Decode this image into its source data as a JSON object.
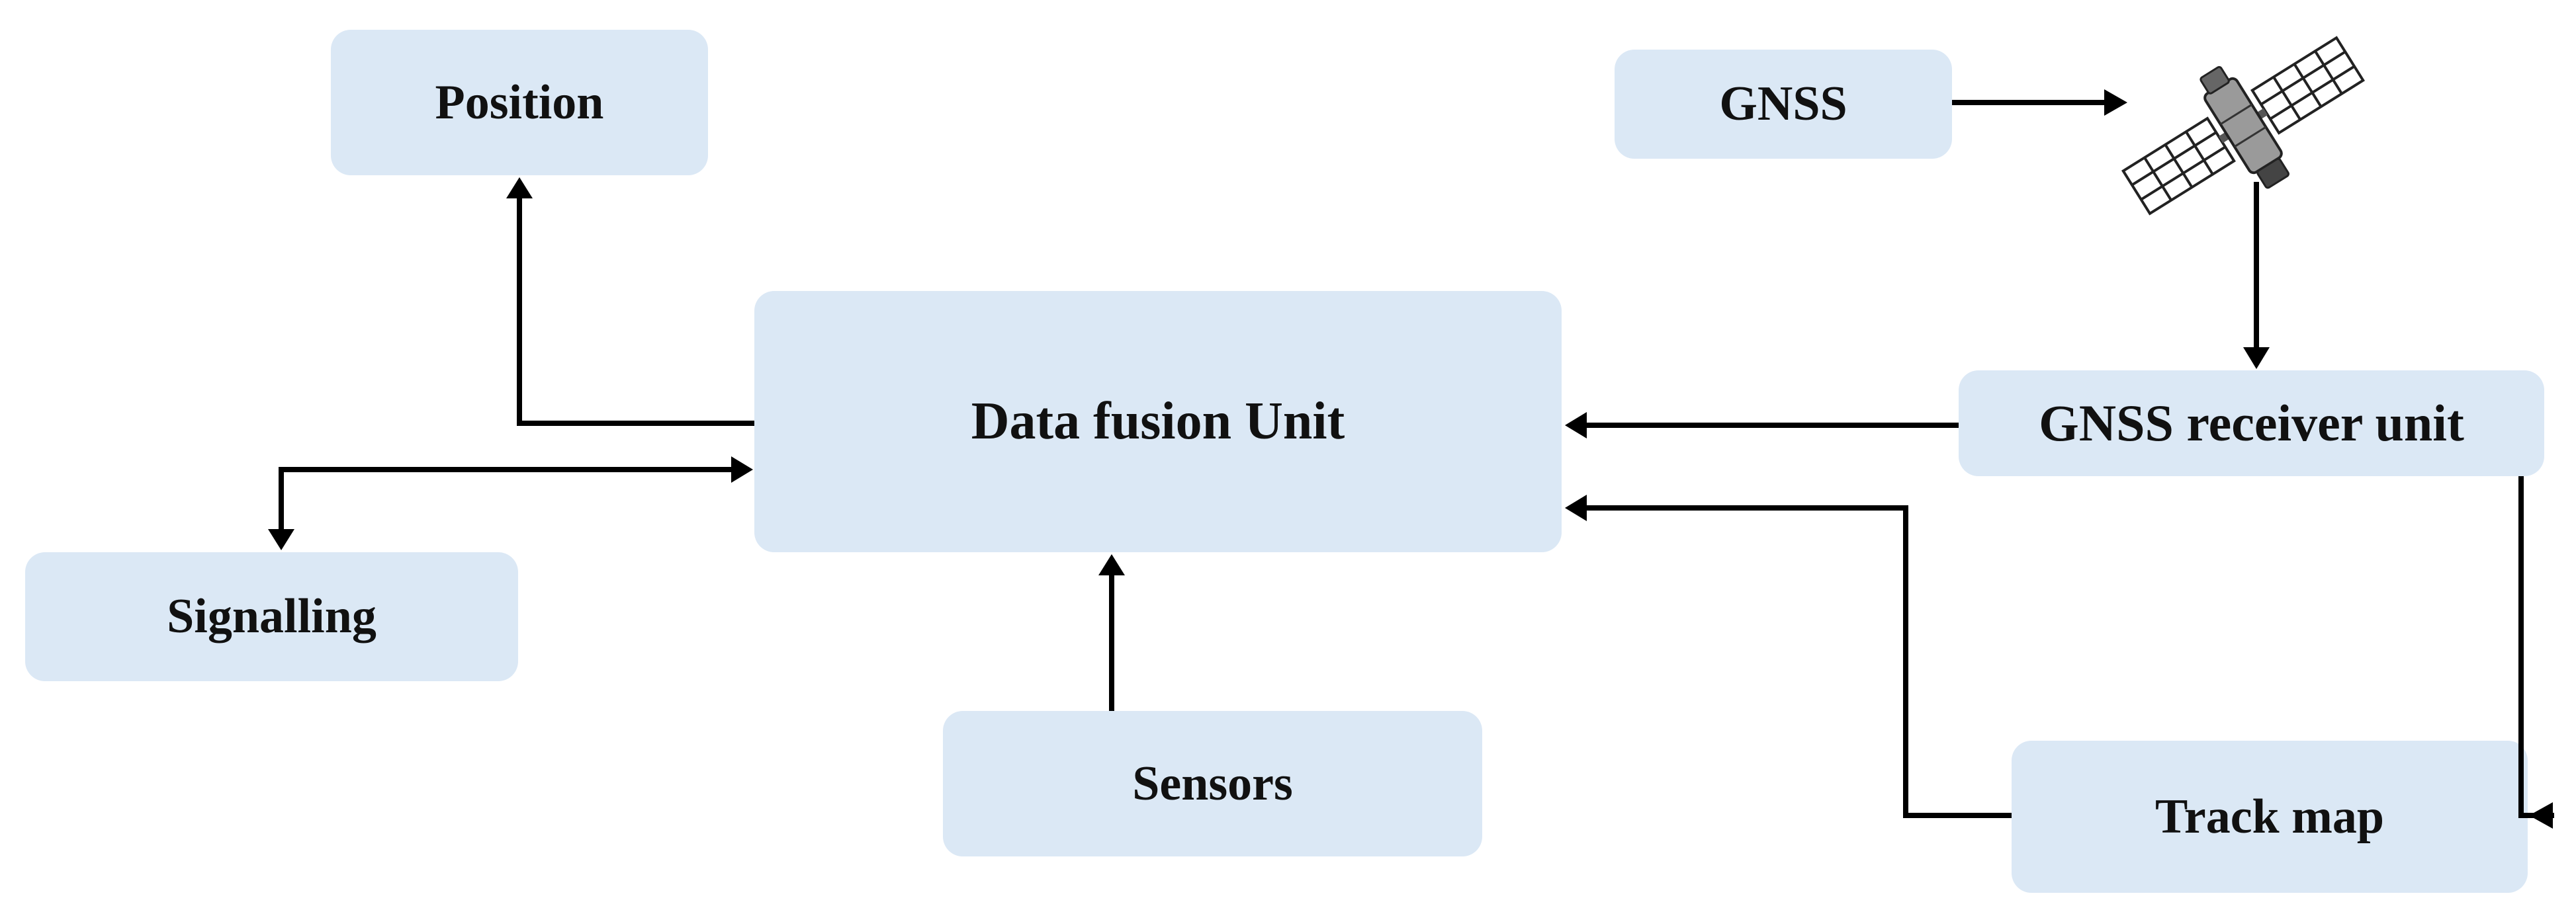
{
  "nodes": {
    "position": "Position",
    "gnss": "GNSS",
    "fusion": "Data fusion Unit",
    "receiver": "GNSS receiver unit",
    "signalling": "Signalling",
    "sensors": "Sensors",
    "track_map": "Track map"
  },
  "satellite": {
    "icon": "satellite-icon"
  },
  "edges": [
    {
      "from": "Data fusion Unit",
      "to": "Position"
    },
    {
      "from": "Data fusion Unit",
      "to": "Signalling"
    },
    {
      "from": "Signalling",
      "to": "Data fusion Unit"
    },
    {
      "from": "Sensors",
      "to": "Data fusion Unit"
    },
    {
      "from": "GNSS",
      "to": "satellite"
    },
    {
      "from": "satellite",
      "to": "GNSS receiver unit"
    },
    {
      "from": "GNSS receiver unit",
      "to": "Data fusion Unit"
    },
    {
      "from": "GNSS receiver unit",
      "to": "Track map"
    },
    {
      "from": "Track map",
      "to": "Data fusion Unit"
    }
  ]
}
